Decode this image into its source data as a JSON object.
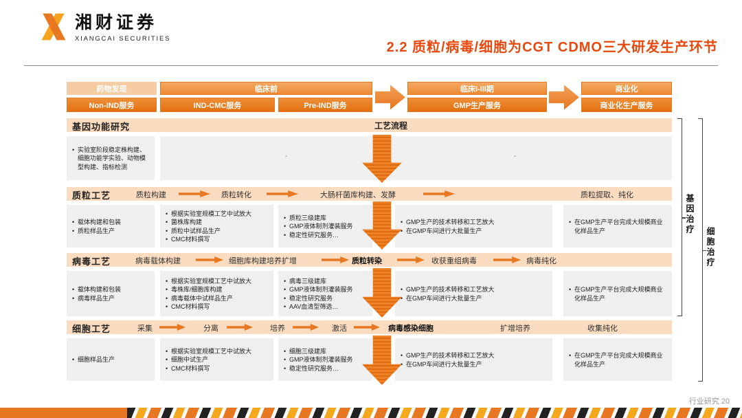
{
  "header": {
    "logo_cn": "湘财证券",
    "logo_en": "XIANGCAI SECURITIES",
    "title": "2.2 质粒/病毒/细胞为CGT CDMO三大研发生产环节"
  },
  "pipeline": {
    "row1": [
      "药物发现",
      "临床前",
      "临床I-III期",
      "商业化"
    ],
    "row2": [
      "Non-IND服务",
      "IND-CMC服务",
      "Pre-IND服务",
      "GMP生产服务",
      "商业化生产服务"
    ]
  },
  "flow_label": "工艺流程",
  "sections": [
    {
      "title": "基因功能研究",
      "boxes": [
        {
          "bullets": [
            "实验室阶段稳定株构建、细胞功能学实验、动物模型构建、指标检测"
          ]
        }
      ],
      "placeholders": [
        "-",
        "-"
      ]
    },
    {
      "title": "质粒工艺",
      "steps": [
        "质粒构建",
        "质粒转化",
        "大肠杆菌库构建、发酵",
        "质粒提取、纯化"
      ],
      "boxes": [
        {
          "bullets": [
            "载体构建和包装",
            "质粒样品生产"
          ]
        },
        {
          "bullets": [
            "根据实验室规模工艺中试放大",
            "菌株库构建",
            "质粒中试样品生产",
            "CMC材料撰写"
          ]
        },
        {
          "bullets": [
            "质粒三级建库",
            "GMP液体制剂灌装服务",
            "稳定性研究服务…"
          ]
        },
        {
          "bullets": [
            "GMP生产的技术转移和工艺放大",
            "在GMP车间进行大批量生产"
          ]
        },
        {
          "bullets": [
            "在GMP生产平台完成大规模商业化样品生产"
          ]
        }
      ]
    },
    {
      "title": "病毒工艺",
      "steps": [
        "病毒载体构建",
        "细胞库构建培养扩增",
        "质粒转染",
        "收获重组病毒",
        "病毒纯化"
      ],
      "boxes": [
        {
          "bullets": [
            "载体构建和包装",
            "病毒样品生产"
          ]
        },
        {
          "bullets": [
            "根据实验室规模工艺中试放大",
            "毒株库/细胞库构建",
            "病毒载体中试样品生产",
            "CMC材料撰写"
          ]
        },
        {
          "bullets": [
            "病毒三级建库",
            "GMP液体制剂灌装服务",
            "稳定性研究服务",
            "AAV血清型筛选…"
          ]
        },
        {
          "bullets": [
            "GMP生产的技术转移和工艺放大",
            "在GMP车间进行大批量生产"
          ]
        },
        {
          "bullets": [
            "在GMP生产平台完成大规模商业化样品生产"
          ]
        }
      ]
    },
    {
      "title": "细胞工艺",
      "steps": [
        "采集",
        "分离",
        "培养",
        "激活",
        "病毒感染细胞",
        "扩增培养",
        "收集纯化"
      ],
      "boxes": [
        {
          "bullets": [
            "细胞样品生产"
          ]
        },
        {
          "bullets": [
            "根据实验室规模工艺中试放大",
            "细胞中试生产",
            "CMC材料撰写"
          ]
        },
        {
          "bullets": [
            "细胞三级建库",
            "GMP液体制剂灌装服务",
            "稳定性研究服务…"
          ]
        },
        {
          "bullets": [
            "GMP生产的技术转移和工艺放大",
            "在GMP车间进行大批量生产"
          ]
        },
        {
          "bullets": [
            "在GMP生产平台完成大规模商业化样品生产"
          ]
        }
      ]
    }
  ],
  "annotations": [
    "基因治疗",
    "细胞治疗"
  ],
  "footer": {
    "page_label": "行业研究 20"
  },
  "colors": {
    "accent_orange": "#E87722",
    "band_peach": "#FBDCC0",
    "box_gray": "#EFEFEF",
    "title_red": "#E8490F"
  }
}
